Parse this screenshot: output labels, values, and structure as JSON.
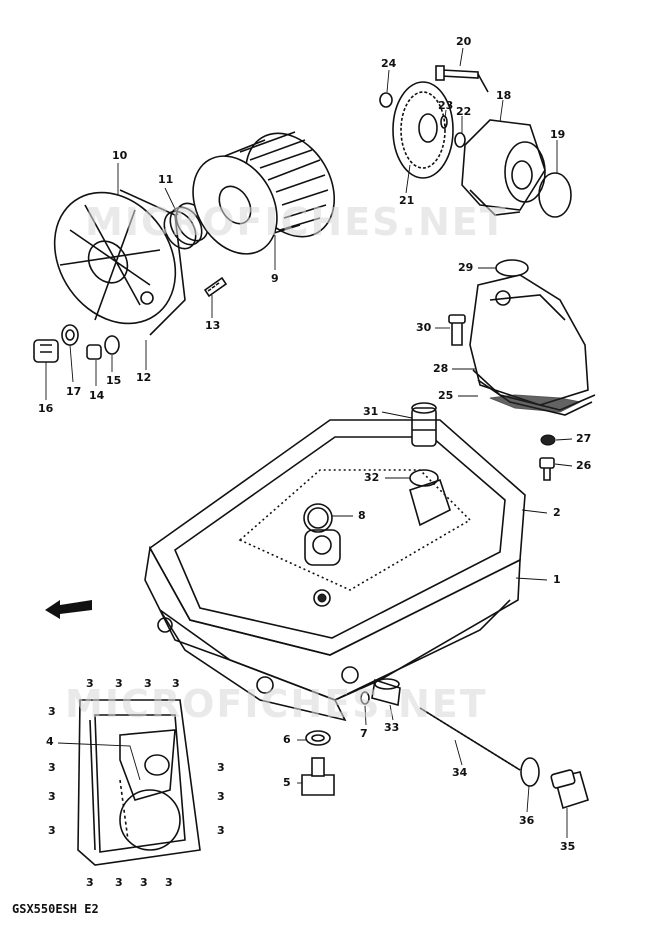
{
  "watermarks": [
    "MICROFICHES.NET",
    "MICROFICHES.NET"
  ],
  "model_code": "GSX550ESH E2",
  "fwd_label": "FWD",
  "callouts": {
    "c1": "1",
    "c2": "2",
    "c4": "4",
    "c5": "5",
    "c6": "6",
    "c7": "7",
    "c8": "8",
    "c9": "9",
    "c10": "10",
    "c11": "11",
    "c12": "12",
    "c13": "13",
    "c14": "14",
    "c15": "15",
    "c16": "16",
    "c17": "17",
    "c18": "18",
    "c19": "19",
    "c20": "20",
    "c21": "21",
    "c22": "22",
    "c23": "23",
    "c24": "24",
    "c25": "25",
    "c26": "26",
    "c27": "27",
    "c28": "28",
    "c29": "29",
    "c30": "30",
    "c31": "31",
    "c32": "32",
    "c33": "33",
    "c34": "34",
    "c35": "35",
    "c36": "36",
    "bolt3": "3"
  }
}
